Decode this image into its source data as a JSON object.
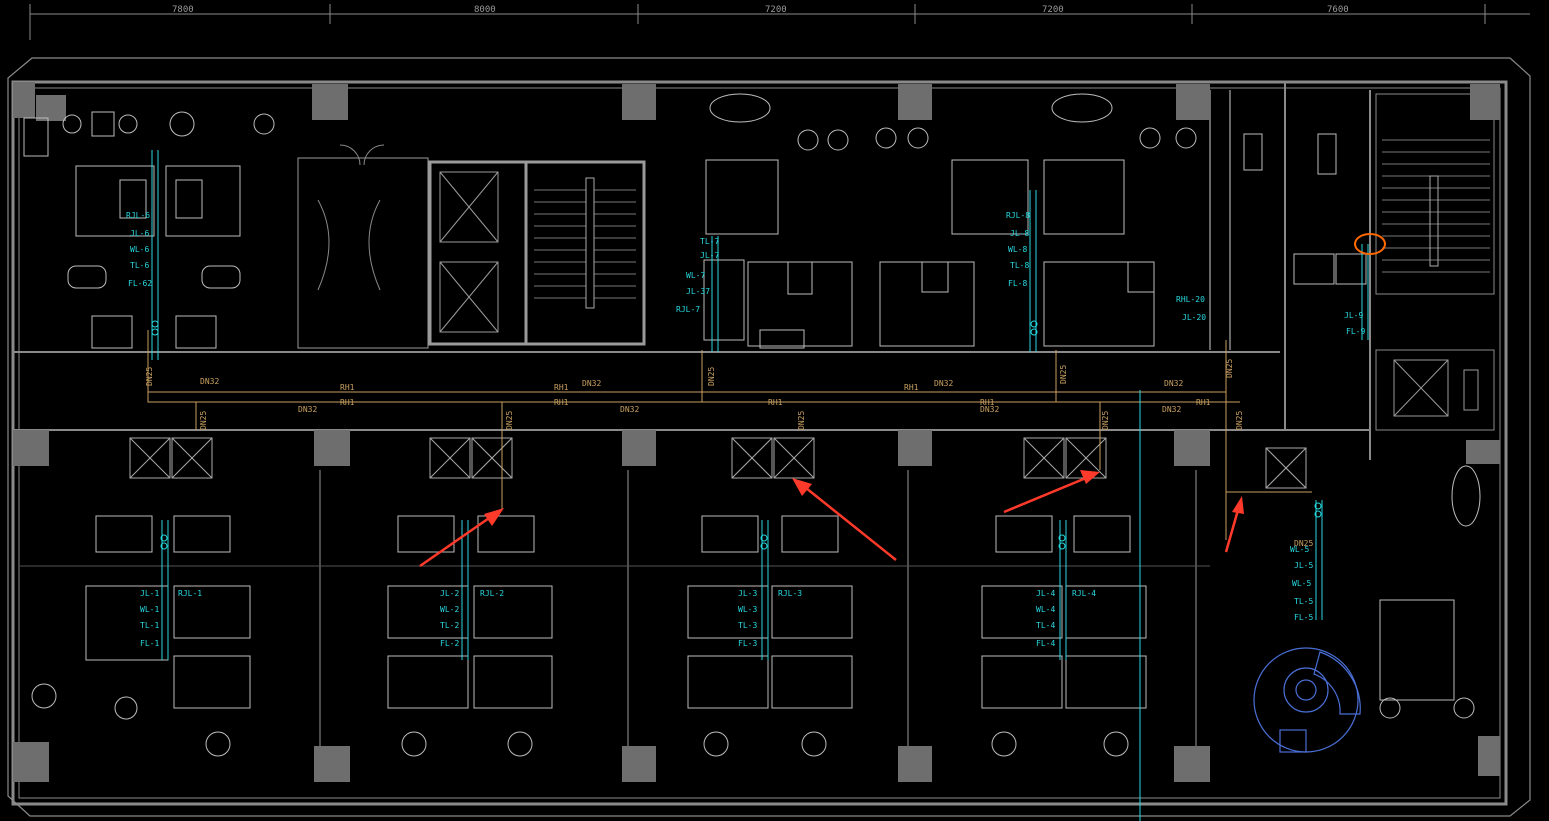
{
  "dimensions": [
    "7800",
    "8000",
    "7200",
    "7200",
    "7600"
  ],
  "pipe_labels": {
    "rh": [
      "RH1",
      "RH1",
      "RH1",
      "RH1",
      "RH1",
      "RH1",
      "RH1",
      "RH1"
    ],
    "dn": [
      "DN25",
      "DN32",
      "DN32",
      "DN32",
      "DN25",
      "DN32",
      "DN25",
      "DN32",
      "DN25",
      "DN32",
      "DN25",
      "DN32",
      "DN25",
      "DN25",
      "DN32",
      "DN25",
      "DN25",
      "DN25"
    ]
  },
  "riser_groups": [
    {
      "id": "g-top-left",
      "labels": [
        "RJL-6",
        "JL-6",
        "WL-6",
        "TL-6",
        "FL-62"
      ]
    },
    {
      "id": "g-top-mid",
      "labels": [
        "TL-7",
        "JL-7",
        "WL-7",
        "JL-37",
        "RJL-7"
      ]
    },
    {
      "id": "g-top-right",
      "labels": [
        "RJL-8",
        "JL-8",
        "WL-8",
        "TL-8",
        "FL-8"
      ]
    },
    {
      "id": "g-top-20",
      "labels": [
        "RHL-20",
        "JL-20"
      ]
    },
    {
      "id": "g-stair",
      "labels": [
        "JL-9",
        "FL-9"
      ]
    },
    {
      "id": "g-bot-1",
      "labels": [
        "JL-1",
        "WL-1",
        "TL-1",
        "FL-1",
        "RJL-1"
      ]
    },
    {
      "id": "g-bot-2",
      "labels": [
        "JL-2",
        "WL-2",
        "TL-2",
        "FL-2",
        "RJL-2"
      ]
    },
    {
      "id": "g-bot-3",
      "labels": [
        "JL-3",
        "WL-3",
        "TL-3",
        "FL-3",
        "RJL-3"
      ]
    },
    {
      "id": "g-bot-4",
      "labels": [
        "JL-4",
        "WL-4",
        "TL-4",
        "FL-4",
        "RJL-4"
      ]
    },
    {
      "id": "g-bot-5",
      "labels": [
        "WL-5",
        "JL-5",
        "WL-5",
        "TL-5",
        "FL-5"
      ]
    }
  ],
  "colors": {
    "background": "#000000",
    "wall": "#8a8a8a",
    "column": "#6e6e6e",
    "pipe": "#c8a060",
    "riser": "#27d9e0",
    "annotation_arrow": "#ff3a2a",
    "highlight_circle": "#ff6a00"
  }
}
